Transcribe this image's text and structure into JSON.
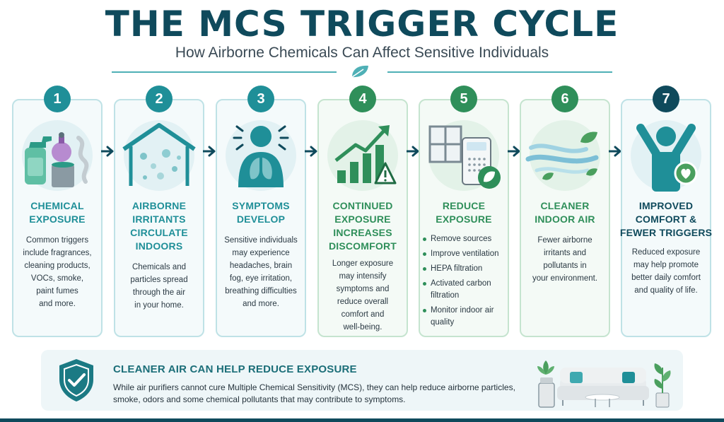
{
  "header": {
    "title": "THE MCS TRIGGER CYCLE",
    "subtitle": "How Airborne Chemicals Can Affect Sensitive Individuals"
  },
  "colors": {
    "navy": "#0f4a5c",
    "teal": "#1f8f98",
    "green": "#2f8f5a"
  },
  "steps": [
    {
      "number": "1",
      "title_lines": [
        "CHEMICAL",
        "EXPOSURE"
      ],
      "description_lines": [
        "Common triggers",
        "include fragrances,",
        "cleaning products,",
        "VOCs, smoke,",
        "paint fumes",
        "and more."
      ],
      "icon": "cleaning-products-icon"
    },
    {
      "number": "2",
      "title_lines": [
        "AIRBORNE",
        "IRRITANTS",
        "CIRCULATE",
        "INDOORS"
      ],
      "description_lines": [
        "Chemicals and",
        "particles spread",
        "through the air",
        "in your home."
      ],
      "icon": "house-particles-icon"
    },
    {
      "number": "3",
      "title_lines": [
        "SYMPTOMS",
        "DEVELOP"
      ],
      "description_lines": [
        "Sensitive individuals",
        "may experience",
        "headaches, brain",
        "fog, eye irritation,",
        "breathing difficulties",
        "and more."
      ],
      "icon": "person-lungs-icon"
    },
    {
      "number": "4",
      "title_lines": [
        "CONTINUED",
        "EXPOSURE",
        "INCREASES",
        "DISCOMFORT"
      ],
      "description_lines": [
        "Longer exposure",
        "may intensify",
        "symptoms and",
        "reduce overall",
        "comfort and",
        "well-being."
      ],
      "icon": "rising-chart-warning-icon"
    },
    {
      "number": "5",
      "title_lines": [
        "REDUCE",
        "EXPOSURE"
      ],
      "list_items": [
        "Remove sources",
        "Improve ventilation",
        "HEPA filtration",
        "Activated carbon filtration",
        "Monitor indoor air quality"
      ],
      "icon": "window-air-purifier-icon"
    },
    {
      "number": "6",
      "title_lines": [
        "CLEANER",
        "INDOOR AIR"
      ],
      "description_lines": [
        "Fewer airborne",
        "irritants and",
        "pollutants in",
        "your environment."
      ],
      "icon": "fresh-air-leaves-icon"
    },
    {
      "number": "7",
      "title_lines": [
        "IMPROVED",
        "COMFORT &",
        "FEWER TRIGGERS"
      ],
      "description_lines": [
        "Reduced exposure",
        "may help promote",
        "better daily comfort",
        "and quality of life."
      ],
      "icon": "happy-person-heart-icon"
    }
  ],
  "banner": {
    "title": "CLEANER AIR CAN HELP REDUCE EXPOSURE",
    "text_lines": [
      "While air purifiers cannot cure Multiple Chemical Sensitivity (MCS), they can help reduce airborne particles,",
      "smoke, odors and some chemical pollutants that may contribute to symptoms."
    ]
  }
}
